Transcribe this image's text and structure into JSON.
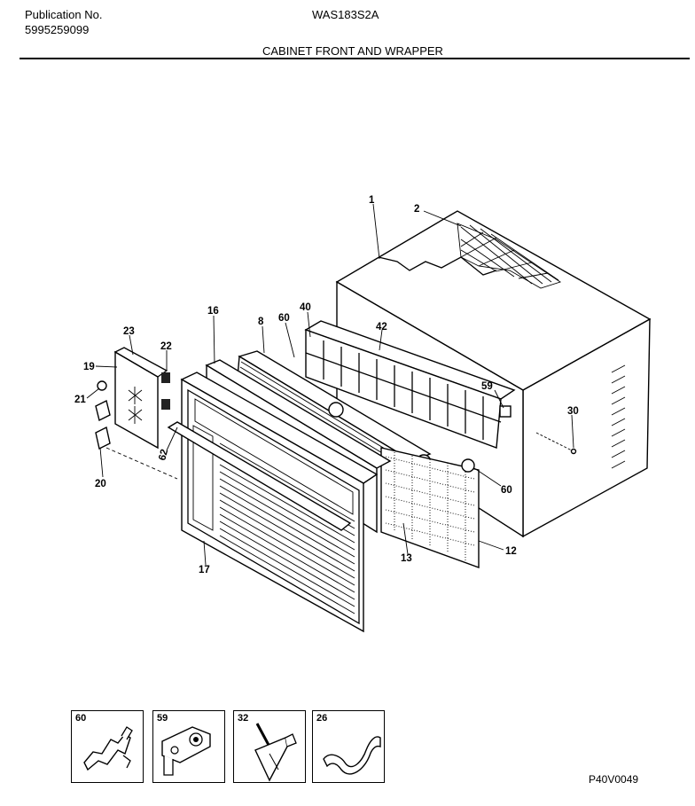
{
  "header": {
    "publication_label": "Publication No.",
    "publication_number": "5995259099",
    "model": "WAS183S2A",
    "title": "CABINET FRONT AND WRAPPER"
  },
  "callouts": {
    "c1": "1",
    "c2": "2",
    "c16": "16",
    "c8": "8",
    "c60a": "60",
    "c40": "40",
    "c42": "42",
    "c23": "23",
    "c22": "22",
    "c19": "19",
    "c21": "21",
    "c59": "59",
    "c30": "30",
    "c62": "62",
    "c20": "20",
    "c60b": "60",
    "c12": "12",
    "c13": "13",
    "c17": "17"
  },
  "details": [
    {
      "number": "60",
      "icon": "clip-bracket-icon"
    },
    {
      "number": "59",
      "icon": "mounting-plate-icon"
    },
    {
      "number": "32",
      "icon": "support-bracket-icon"
    },
    {
      "number": "26",
      "icon": "strap-clamp-icon"
    }
  ],
  "footer": {
    "code": "P40V0049"
  }
}
